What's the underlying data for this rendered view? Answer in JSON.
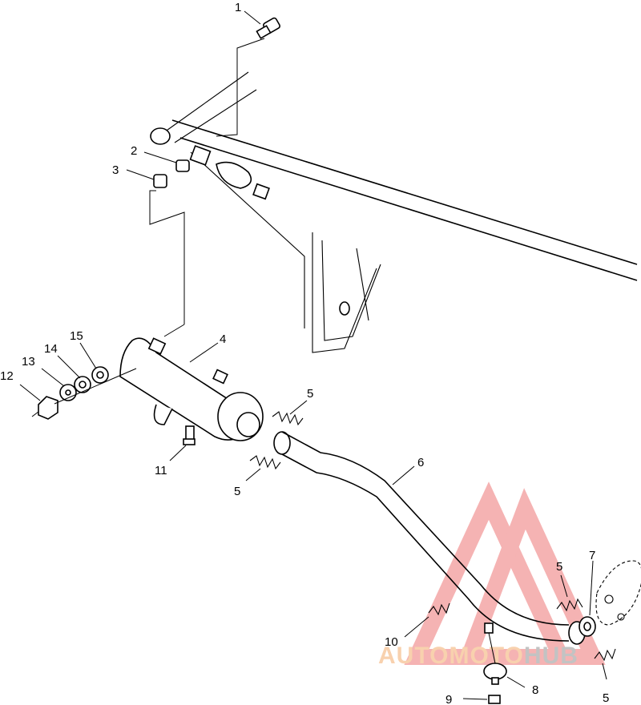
{
  "callouts": {
    "c1": "1",
    "c2": "2",
    "c3": "3",
    "c4": "4",
    "c5a": "5",
    "c5b": "5",
    "c5c": "5",
    "c5d": "5",
    "c6": "6",
    "c7": "7",
    "c8": "8",
    "c9": "9",
    "c10": "10",
    "c11": "11",
    "c12": "12",
    "c13": "13",
    "c14": "14",
    "c15": "15"
  },
  "watermark": {
    "part1": "AUTOMOTO",
    "part2": "HUB",
    "color_primary": "#f4a6a6",
    "color_accent": "#f7c9a0",
    "color_dark": "#b9b9b9"
  },
  "colors": {
    "line": "#000000",
    "background": "#ffffff"
  }
}
